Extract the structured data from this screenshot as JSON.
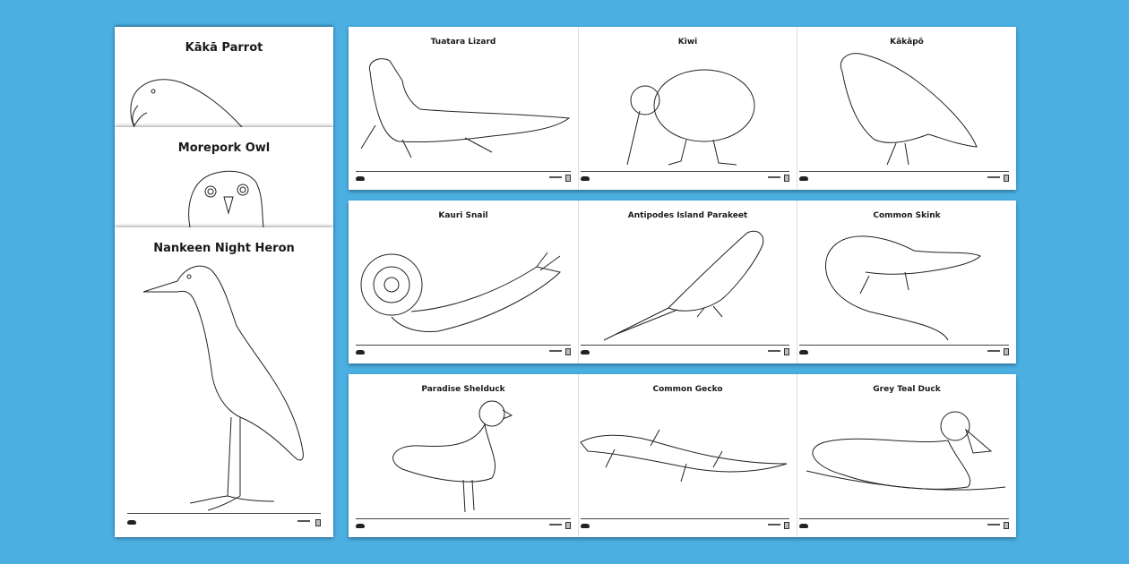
{
  "background_color": "#4BAFE2",
  "stacked_sheets": [
    {
      "title": "Kākā Parrot",
      "illustration": "kaka-parrot-drawing"
    },
    {
      "title": "Morepork Owl",
      "illustration": "morepork-owl-drawing"
    },
    {
      "title": "Nankeen Night Heron",
      "illustration": "nankeen-night-heron-drawing"
    }
  ],
  "grid_sheets": [
    [
      {
        "title": "Tuatara Lizard",
        "illustration": "tuatara-drawing"
      },
      {
        "title": "Kiwi",
        "illustration": "kiwi-drawing"
      },
      {
        "title": "Kākāpō",
        "illustration": "kakapo-drawing"
      }
    ],
    [
      {
        "title": "Kauri Snail",
        "illustration": "kauri-snail-drawing"
      },
      {
        "title": "Antipodes Island Parakeet",
        "illustration": "parakeet-drawing"
      },
      {
        "title": "Common Skink",
        "illustration": "skink-drawing"
      }
    ],
    [
      {
        "title": "Paradise Shelduck",
        "illustration": "shelduck-drawing"
      },
      {
        "title": "Common Gecko",
        "illustration": "gecko-drawing"
      },
      {
        "title": "Grey Teal Duck",
        "illustration": "teal-duck-drawing"
      }
    ]
  ],
  "footer": {
    "brand_logo": "twinkl-logo",
    "badge": "certified-badge-icon"
  }
}
